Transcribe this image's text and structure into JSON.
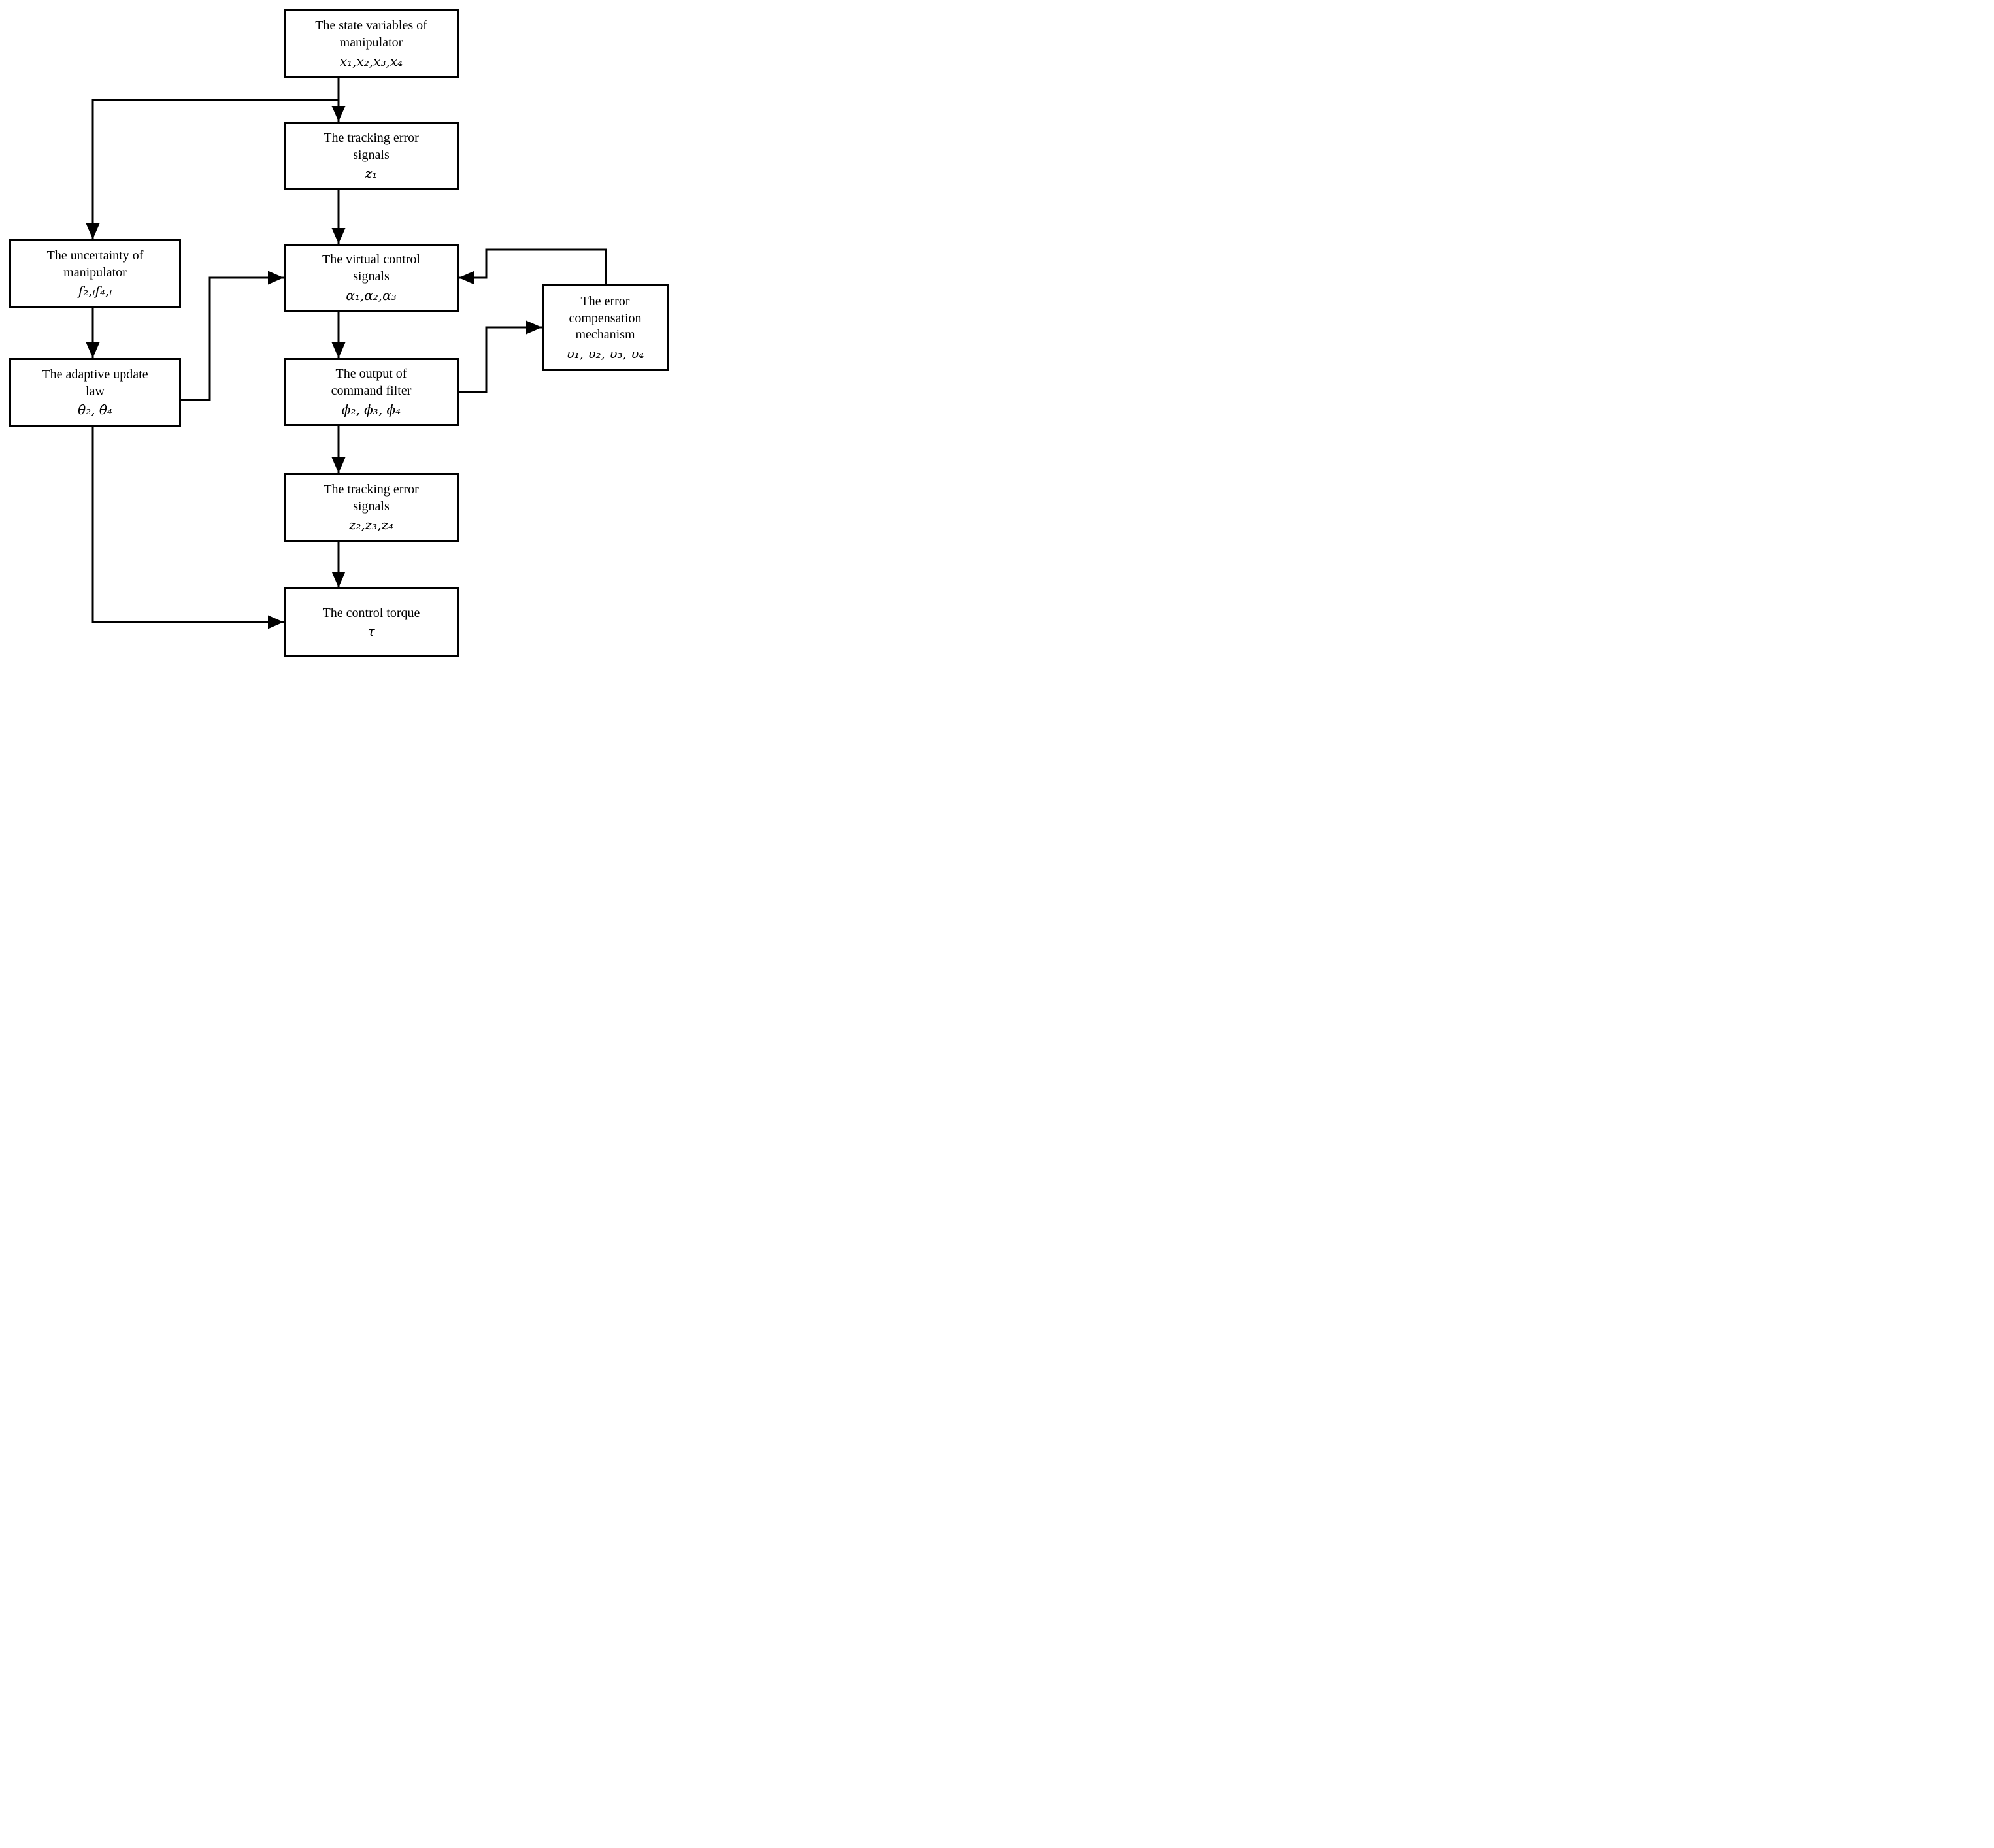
{
  "diagram": {
    "background_color": "#ffffff",
    "line_color": "#000000",
    "boxes": {
      "state_variables": {
        "label": "The state variables of\nmanipulator",
        "math": "x₁,x₂,x₃,x₄"
      },
      "tracking_error_z1": {
        "label": "The tracking error\nsignals",
        "math": "z₁"
      },
      "virtual_control": {
        "label": "The virtual control\nsignals",
        "math": "α₁,α₂,α₃"
      },
      "uncertainty": {
        "label": "The uncertainty of\nmanipulator",
        "math": "f₂,ᵢf₄,ᵢ"
      },
      "adaptive_update": {
        "label": "The adaptive update\nlaw",
        "math": "θ̂₂, θ̂₄"
      },
      "command_filter": {
        "label": "The output of\ncommand filter",
        "math": "ϕ₂, ϕ₃, ϕ₄"
      },
      "error_compensation": {
        "label": "The  error\ncompensation\nmechanism",
        "math": "υ₁, υ₂, υ₃, υ₄"
      },
      "tracking_error_z234": {
        "label": "The tracking error\nsignals",
        "math": "z₂,z₃,z₄"
      },
      "control_torque": {
        "label": "The control torque",
        "math": "τ"
      }
    }
  }
}
